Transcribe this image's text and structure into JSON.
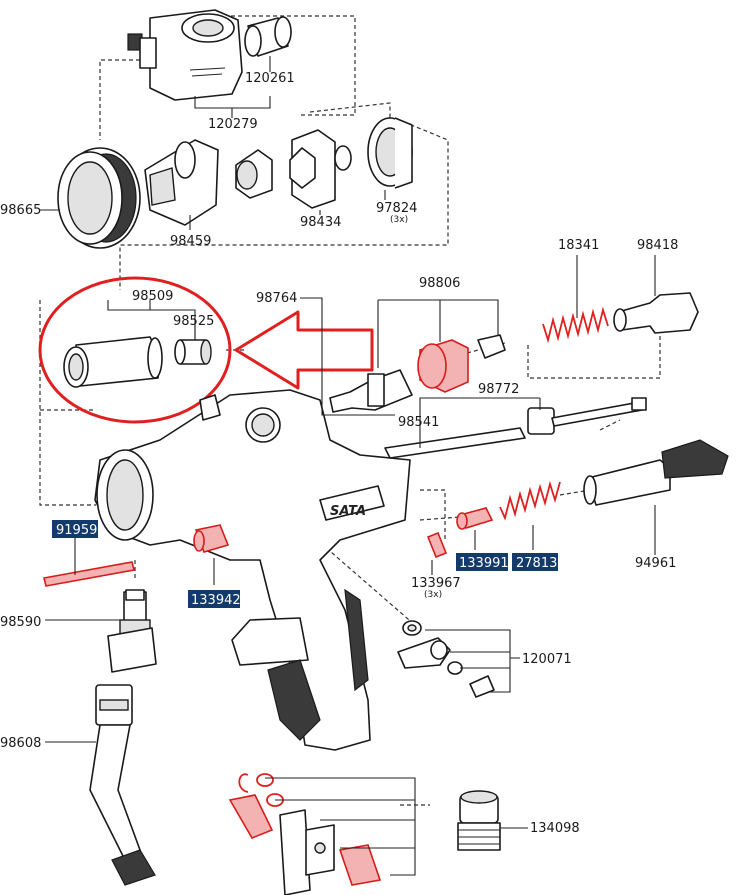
{
  "part_numbers": {
    "p120261": "120261",
    "p120279": "120279",
    "p98665": "98665",
    "p98459": "98459",
    "p98434": "98434",
    "p97824": "97824",
    "p97824_qty": "(3x)",
    "p18341": "18341",
    "p98418": "98418",
    "p98509": "98509",
    "p98525": "98525",
    "p98806": "98806",
    "p98764": "98764",
    "p98772": "98772",
    "p98541": "98541",
    "p91959": "91959",
    "p133942": "133942",
    "p98590": "98590",
    "p133967": "133967",
    "p133967_qty": "(3x)",
    "p133991": "133991",
    "p27813": "27813",
    "p94961": "94961",
    "p120071": "120071",
    "p98608": "98608",
    "p134098": "134098"
  },
  "gun_logo": "SATA",
  "colors": {
    "badge": "#123a6b",
    "highlight": "#e02020",
    "line": "#1a1a1a"
  }
}
